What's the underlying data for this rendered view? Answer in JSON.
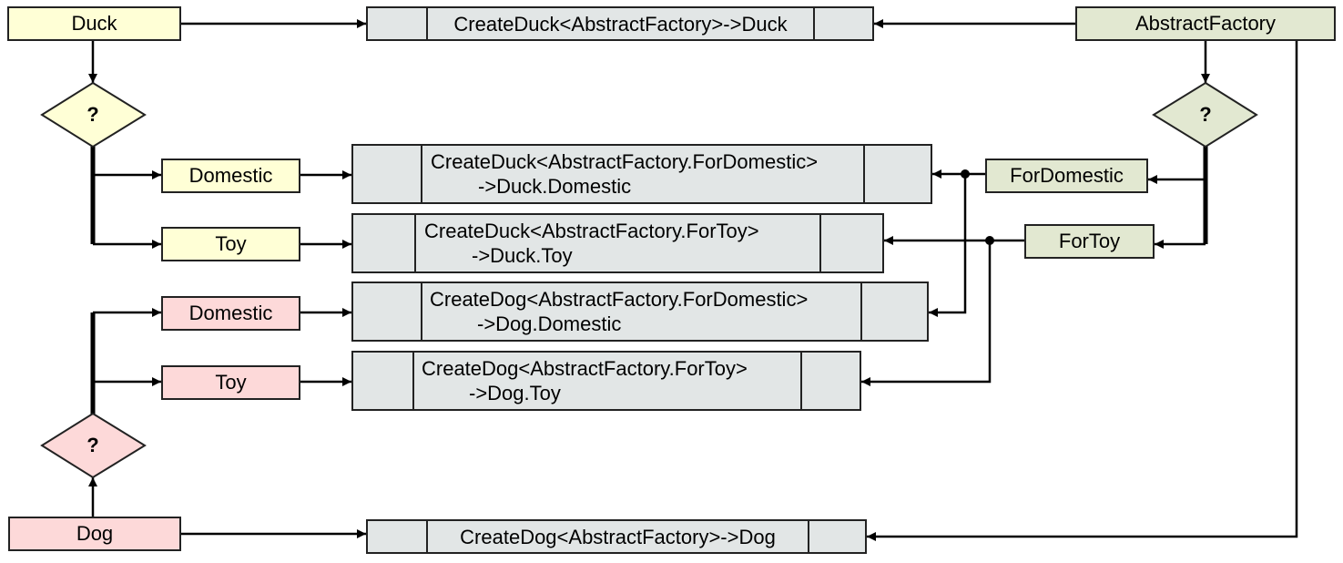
{
  "nodes": {
    "duck": "Duck",
    "dog": "Dog",
    "abstract_factory": "AbstractFactory",
    "duck_domestic": "Domestic",
    "duck_toy": "Toy",
    "dog_domestic": "Domestic",
    "dog_toy": "Toy",
    "for_domestic": "ForDomestic",
    "for_toy": "ForToy"
  },
  "decisions": {
    "duck": "?",
    "factory": "?",
    "dog": "?"
  },
  "functions": {
    "create_duck": "CreateDuck<AbstractFactory>->Duck",
    "create_duck_domestic": {
      "line1": "CreateDuck<AbstractFactory.ForDomestic>",
      "line2": "->Duck.Domestic"
    },
    "create_duck_toy": {
      "line1": "CreateDuck<AbstractFactory.ForToy>",
      "line2": "->Duck.Toy"
    },
    "create_dog_domestic": {
      "line1": "CreateDog<AbstractFactory.ForDomestic>",
      "line2": "->Dog.Domestic"
    },
    "create_dog_toy": {
      "line1": "CreateDog<AbstractFactory.ForToy>",
      "line2": "->Dog.Toy"
    },
    "create_dog": "CreateDog<AbstractFactory>->Dog"
  },
  "colors": {
    "duck_fill": "#ffffd6",
    "dog_fill": "#fdd9d9",
    "factory_fill": "#e2e8d1",
    "function_fill": "#e2e6e6",
    "line": "#000000"
  }
}
